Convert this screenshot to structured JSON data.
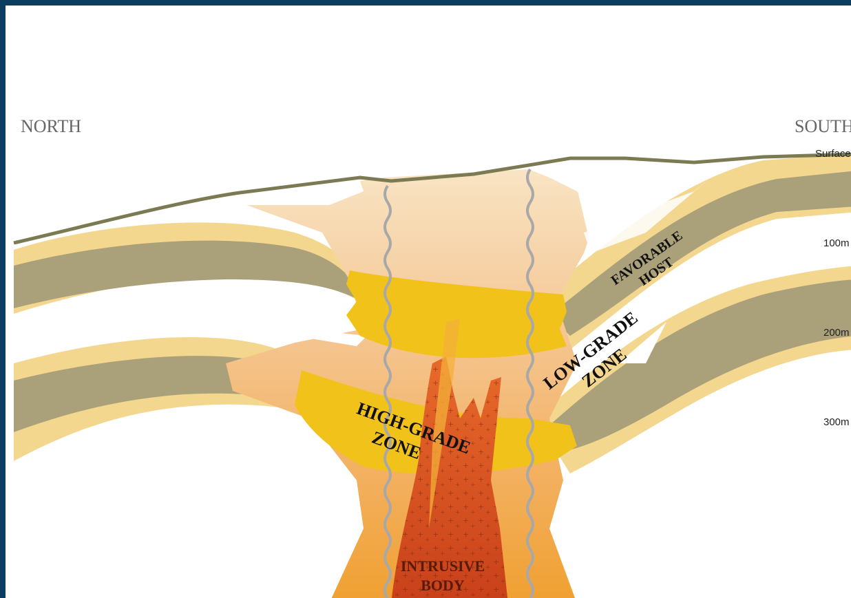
{
  "directions": {
    "left": "NORTH",
    "right": "SOUTH"
  },
  "depth_labels": {
    "surface": "Surface",
    "d100": "100m",
    "d200": "200m",
    "d300": "300m"
  },
  "zones": {
    "favorable_host": [
      "FAVORABLE",
      "HOST"
    ],
    "low_grade": [
      "LOW-GRADE",
      "ZONE"
    ],
    "high_grade": [
      "HIGH-GRADE",
      "ZONE"
    ],
    "intrusive": [
      "INTRUSIVE",
      "BODY"
    ]
  },
  "colors": {
    "frame": "#0c3d61",
    "surface_line": "#7b7a52",
    "outer_layer": "#f4d78f",
    "host_band": "#aaa07a",
    "alteration_light": "#f5d7a8",
    "alteration_deep": "#f0a034",
    "ore": "#f1c21a",
    "intrusive": "#d9501f",
    "vein": "#a8a8a8"
  }
}
